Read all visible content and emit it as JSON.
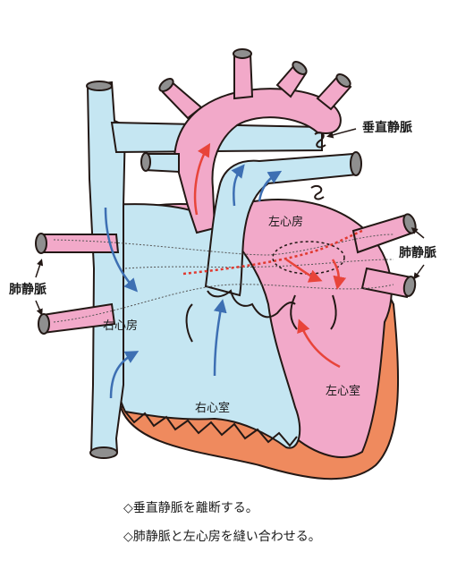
{
  "labels": {
    "vertical_vein": "垂直静脈",
    "pulmonary_vein_right": "肺静脈",
    "pulmonary_vein_left": "肺静脈",
    "left_atrium": "左心房",
    "right_atrium": "右心房",
    "right_ventricle": "右心室",
    "left_ventricle": "左心室"
  },
  "notes": [
    "◇垂直静脈を離断する。",
    "◇肺静脈と左心房を縫い合わせる。"
  ],
  "colors": {
    "venous_blue": "#c5e6f2",
    "arterial_pink": "#f2a9c9",
    "myocardium": "#ef8a5e",
    "vessel_end_gray": "#8f8f8f",
    "outline": "#231815",
    "blue_arrow": "#3d6fb3",
    "red_arrow": "#e8443a",
    "dotted_red": "#e0392f"
  }
}
